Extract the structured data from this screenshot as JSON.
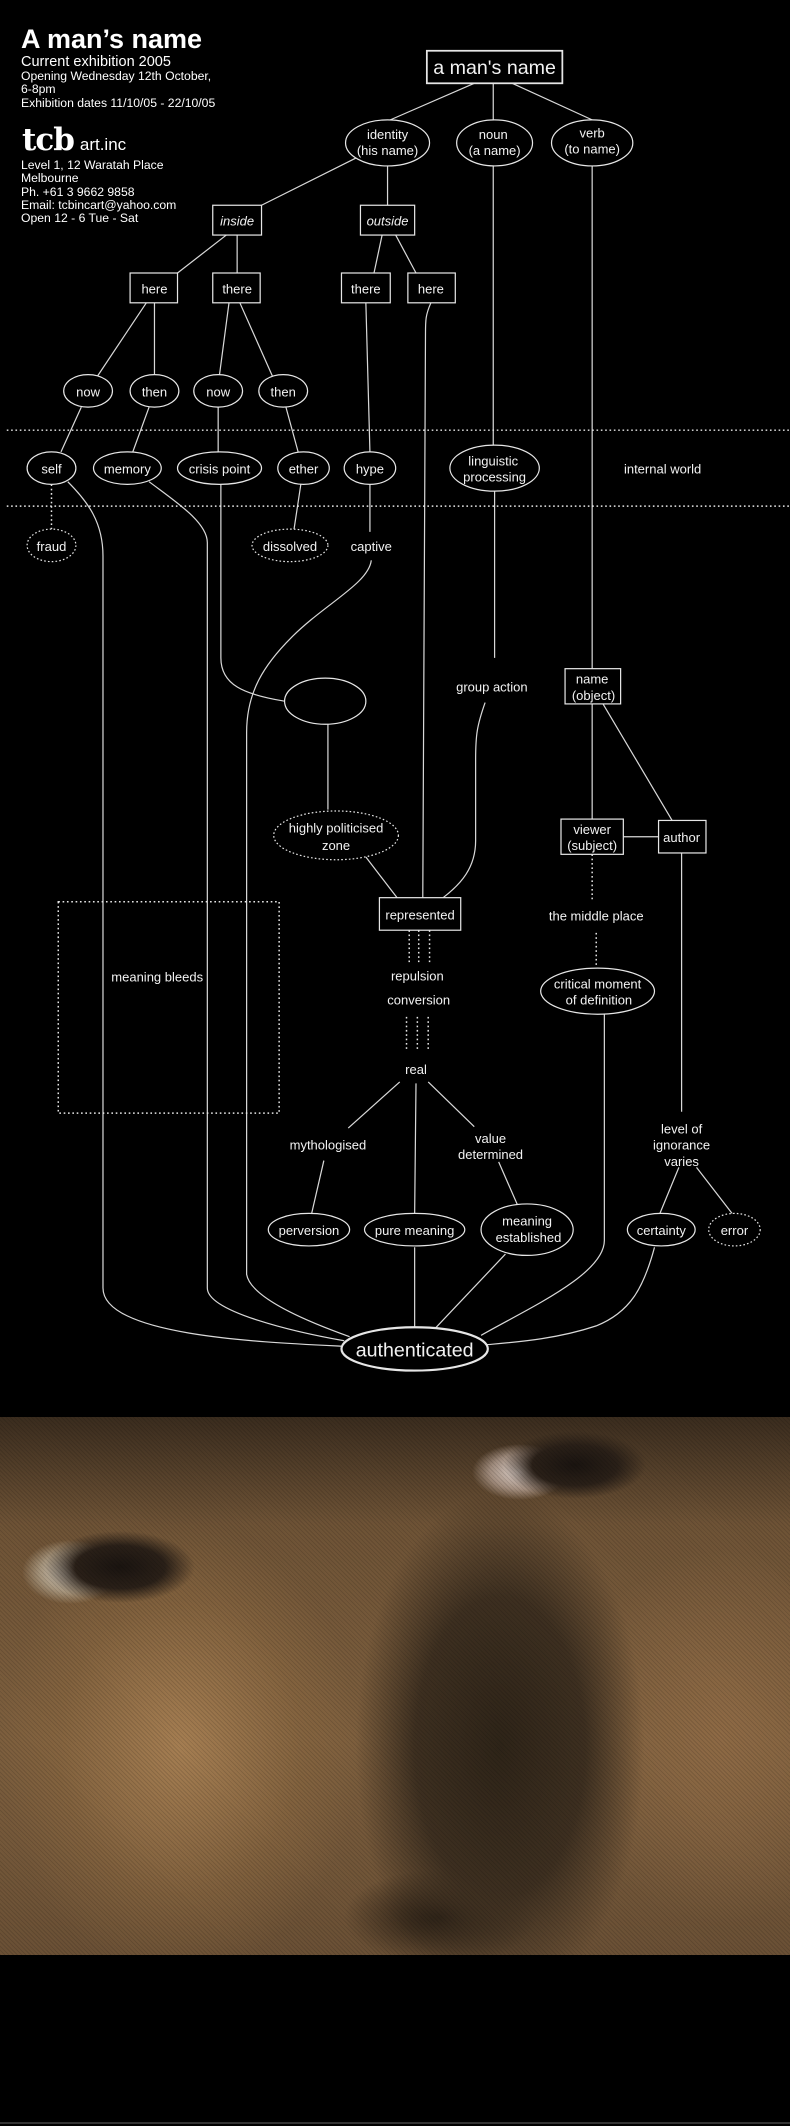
{
  "header": {
    "title": "A man’s name",
    "subtitle": "Current exhibition 2005",
    "opening": "Opening Wednesday 12th October,",
    "opening_time": "6-8pm",
    "dates": "Exhibition dates 11/10/05 - 22/10/05",
    "logo_mark": "tcb",
    "logo_text": "art.inc",
    "address": [
      "Level 1, 12 Waratah Place",
      "Melbourne",
      "Ph. +61 3 9662 9858",
      "Email: tcbincart@yahoo.com",
      "Open 12 - 6 Tue - Sat"
    ]
  },
  "diagram": {
    "root": "a man's name",
    "identity": [
      "identity",
      "(his name)"
    ],
    "noun": [
      "noun",
      "(a name)"
    ],
    "verb": [
      "verb",
      "(to name)"
    ],
    "inside": "inside",
    "outside": "outside",
    "here": "here",
    "there": "there",
    "now": "now",
    "then": "then",
    "self": "self",
    "memory": "memory",
    "crisis_point": "crisis point",
    "ether": "ether",
    "hype": "hype",
    "linguistic": [
      "linguistic",
      "processing"
    ],
    "internal_world": "internal world",
    "fraud": "fraud",
    "dissolved": "dissolved",
    "captive": "captive",
    "group_action": "group action",
    "name_object": [
      "name",
      "(object)"
    ],
    "highly_politicised": [
      "highly politicised",
      "zone"
    ],
    "viewer_subject": [
      "viewer",
      "(subject)"
    ],
    "author": "author",
    "represented": "represented",
    "the_middle_place": "the middle place",
    "meaning_bleeds": "meaning bleeds",
    "repulsion": "repulsion",
    "critical": [
      "critical moment",
      "of definition"
    ],
    "conversion": "conversion",
    "real": "real",
    "mythologised": "mythologised",
    "value_determined": [
      "value",
      "determined"
    ],
    "level_of_ignorance": [
      "level of",
      "ignorance",
      "varies"
    ],
    "perversion": "perversion",
    "pure_meaning": "pure meaning",
    "meaning_established": [
      "meaning",
      "established"
    ],
    "certainty": "certainty",
    "error": "error",
    "authenticated": "authenticated"
  }
}
